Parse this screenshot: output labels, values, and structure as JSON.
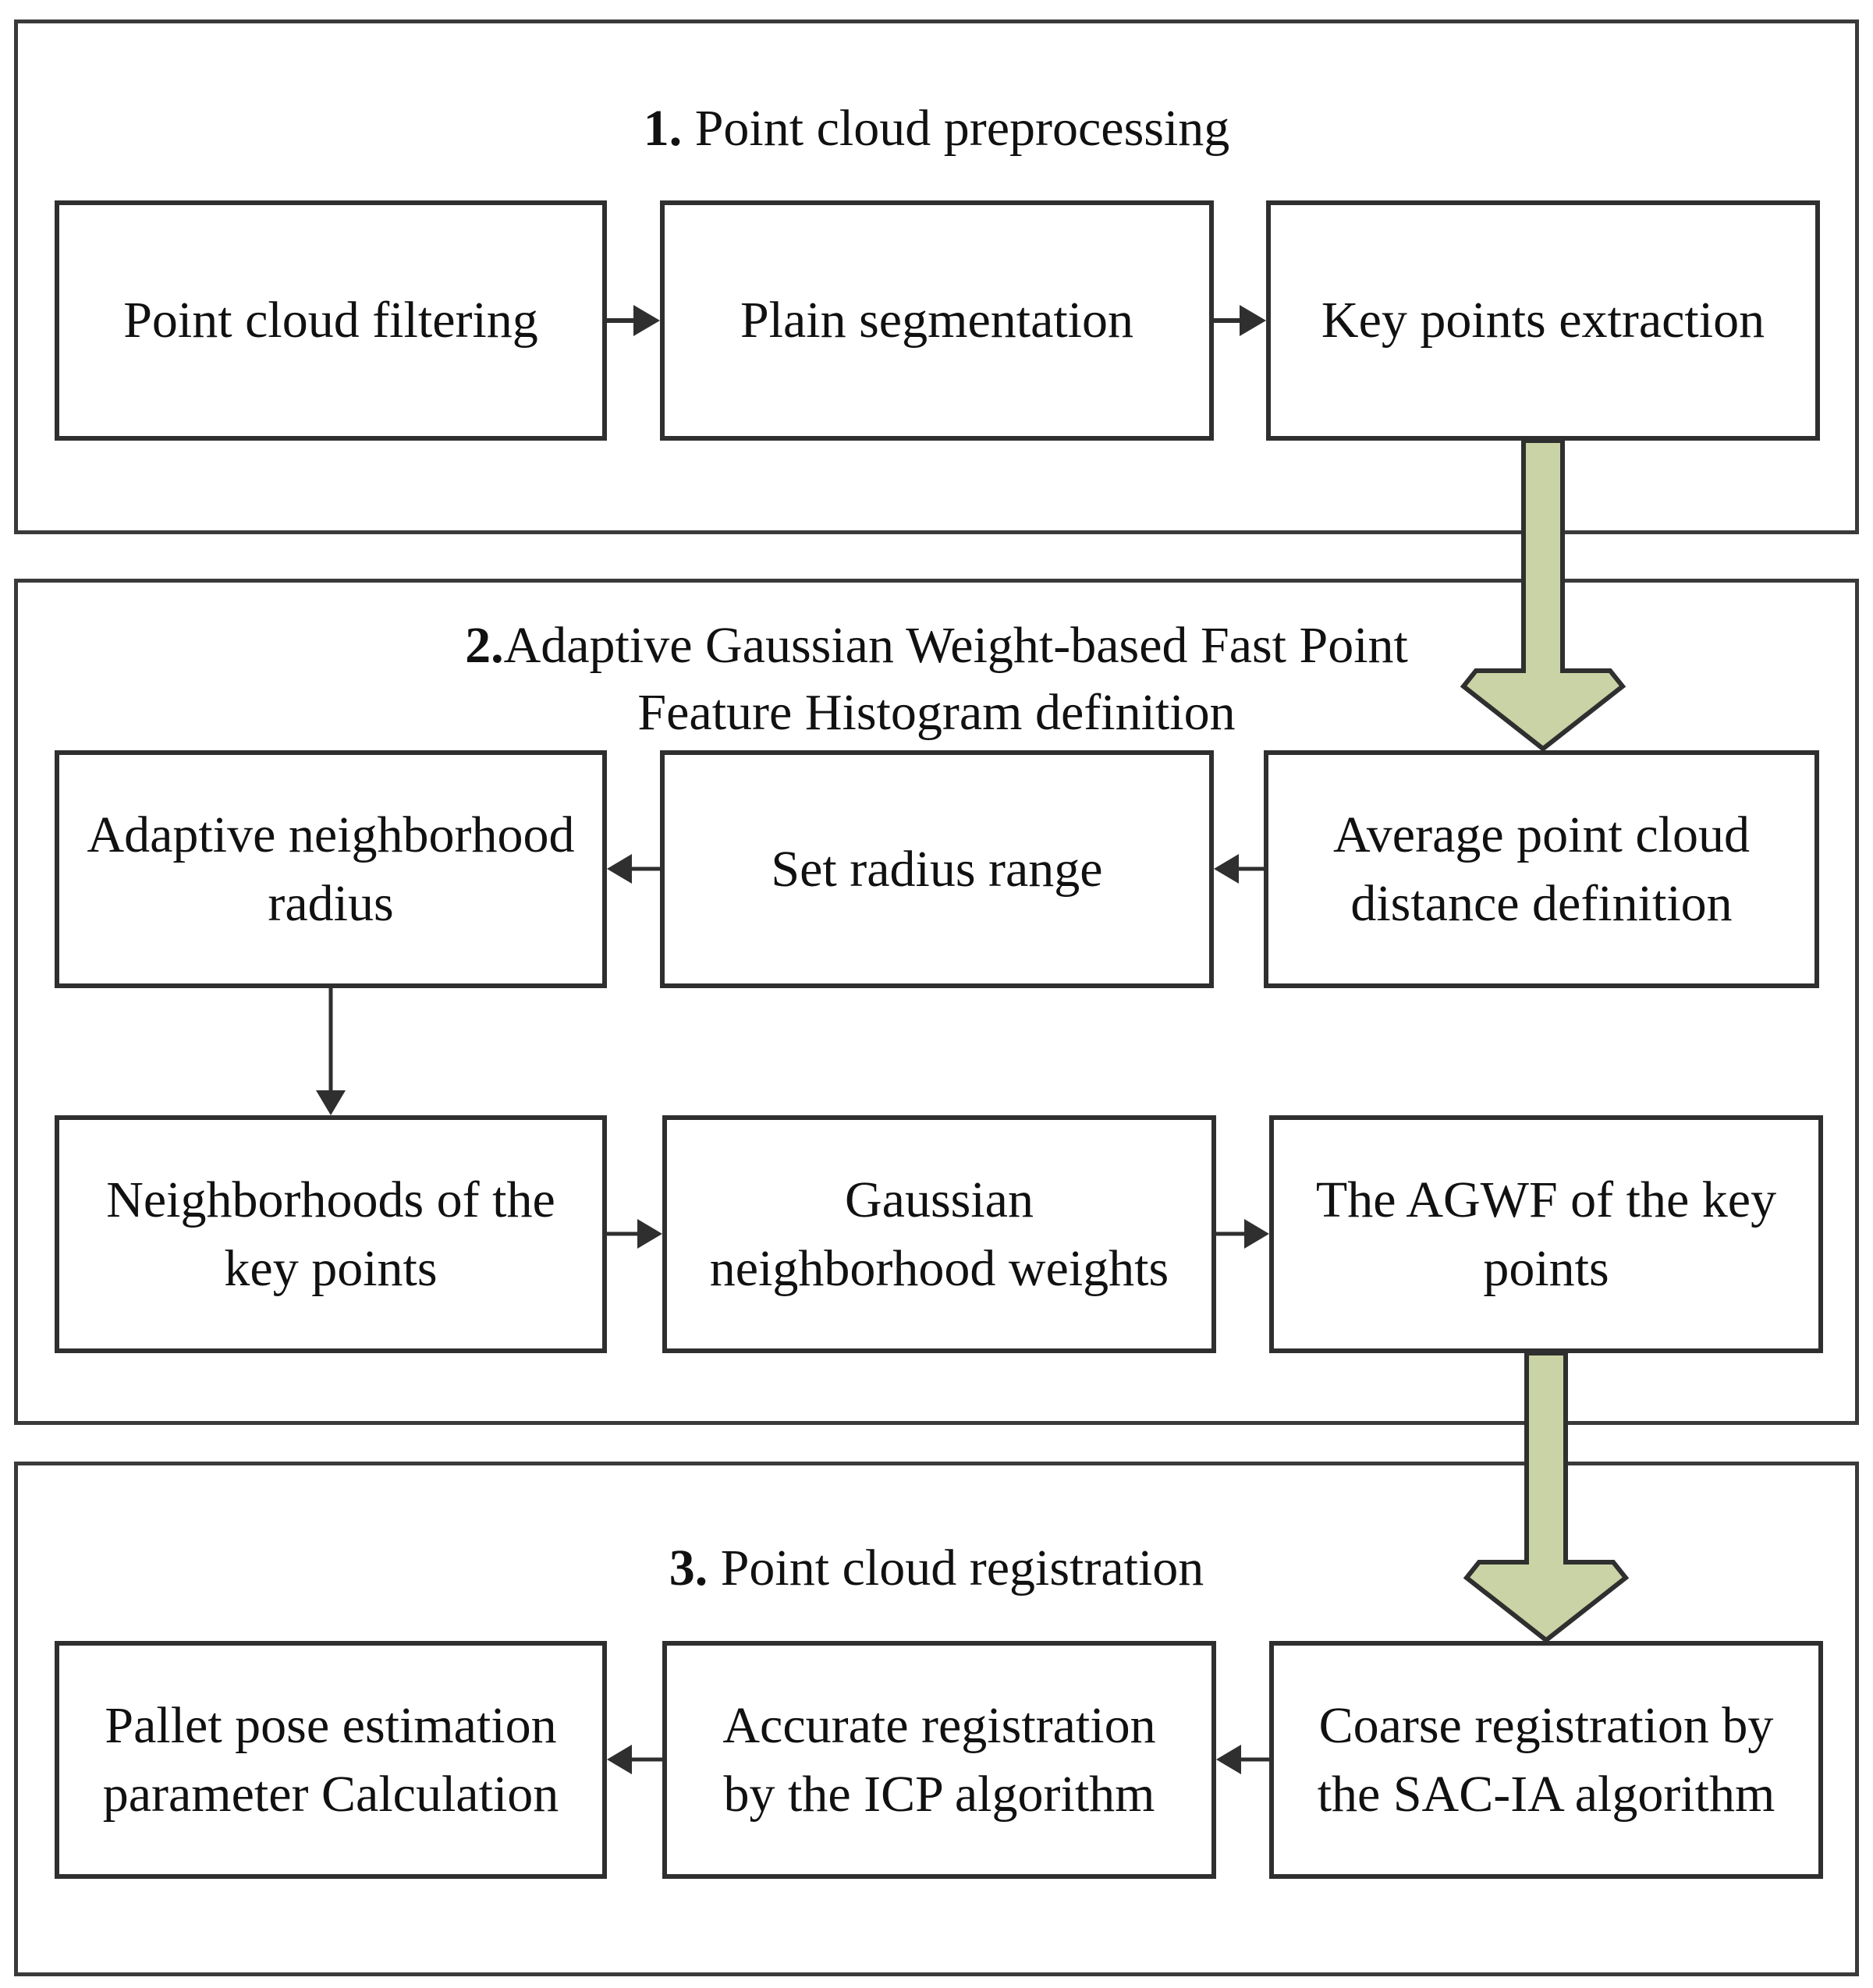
{
  "sections": {
    "s1": {
      "number": "1.",
      "title": "Point cloud preprocessing"
    },
    "s2": {
      "number": "2.",
      "title_line1": "Adaptive Gaussian Weight-based Fast Point",
      "title_line2": "Feature Histogram definition"
    },
    "s3": {
      "number": "3.",
      "title": "Point cloud registration"
    }
  },
  "boxes": {
    "filtering": "Point cloud filtering",
    "segmentation": "Plain segmentation",
    "keypoints": "Key points extraction",
    "adaptive_radius_l1": "Adaptive neighborhood",
    "adaptive_radius_l2": "radius",
    "radius_range": "Set radius range",
    "avg_distance_l1": "Average point cloud",
    "avg_distance_l2": "distance definition",
    "neighborhoods_l1": "Neighborhoods of the",
    "neighborhoods_l2": "key points",
    "gaussian_l1": "Gaussian",
    "gaussian_l2": "neighborhood weights",
    "agwf_l1": "The AGWF of the key",
    "agwf_l2": "points",
    "pallet_l1": "Pallet pose estimation",
    "pallet_l2": "parameter Calculation",
    "icp_l1": "Accurate registration",
    "icp_l2": "by the ICP algorithm",
    "sacia_l1": "Coarse registration by",
    "sacia_l2": "the SAC-IA algorithm"
  },
  "colors": {
    "big_arrow_fill": "#c9d3a5",
    "big_arrow_stroke": "#2f2f2f",
    "line": "#2f2f2f"
  }
}
